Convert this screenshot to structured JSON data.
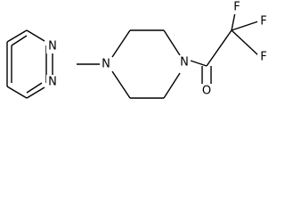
{
  "molecule": {
    "atoms": {
      "pyrimidine_n1": "N",
      "pyrimidine_n3": "N",
      "piperazine_n1": "N",
      "piperazine_n4": "N",
      "fluorine_1": "F",
      "fluorine_2": "F",
      "fluorine_3": "F",
      "carbonyl_oxygen": "O"
    }
  }
}
